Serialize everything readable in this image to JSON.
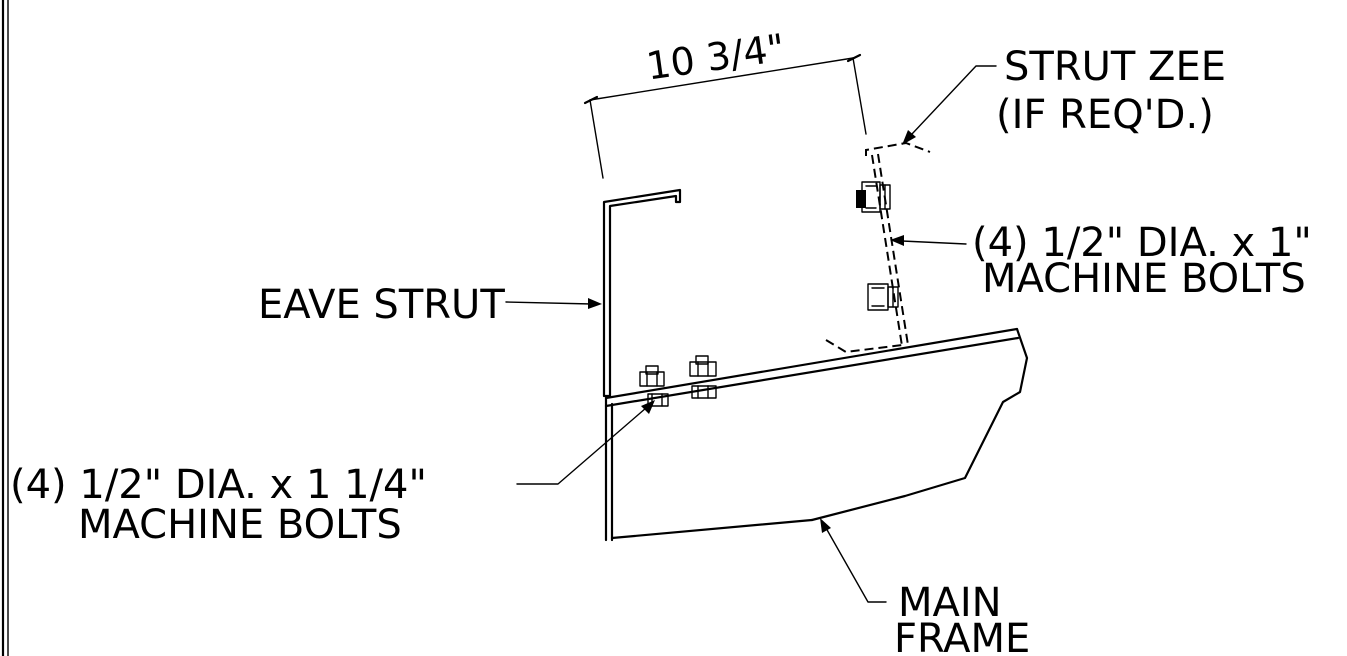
{
  "labels": {
    "dimension": "10 3/4\"",
    "strut_zee_1": "STRUT ZEE",
    "strut_zee_2": "(IF REQ'D.)",
    "bolts_right_1": "(4) 1/2\" DIA. x 1\"",
    "bolts_right_2": "MACHINE BOLTS",
    "eave_strut": "EAVE STRUT",
    "bolts_left_1": "(4) 1/2\" DIA. x 1 1/4\"",
    "bolts_left_2": "MACHINE BOLTS",
    "main_frame_1": "MAIN",
    "main_frame_2": "FRAME"
  }
}
